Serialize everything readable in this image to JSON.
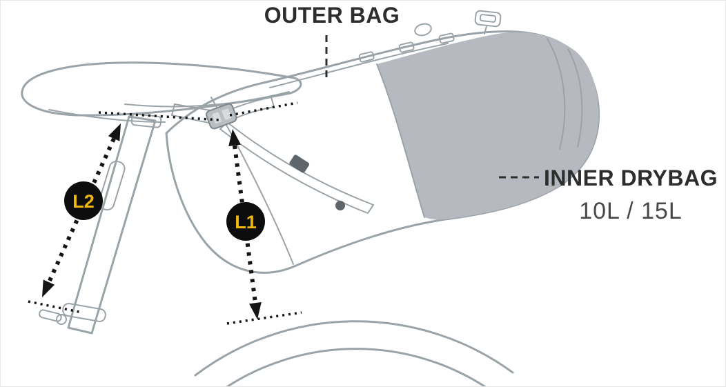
{
  "labels": {
    "outer_bag": "OUTER BAG",
    "inner_drybag": "INNER DRYBAG",
    "capacity": "10L / 15L",
    "l1": "L1",
    "l2": "L2"
  },
  "colors": {
    "heading_text": "#2d2d2d",
    "capacity_text": "#474747",
    "badge_background": "#0d0d0d",
    "badge_text_yellow": "#f0b90b",
    "illustration_outline_gray": "#9aa3a8",
    "bag_fill_light": "#d8dadc",
    "inner_drybag_fill_dark": "#b6bac0",
    "measurement_line_black": "#141414"
  }
}
